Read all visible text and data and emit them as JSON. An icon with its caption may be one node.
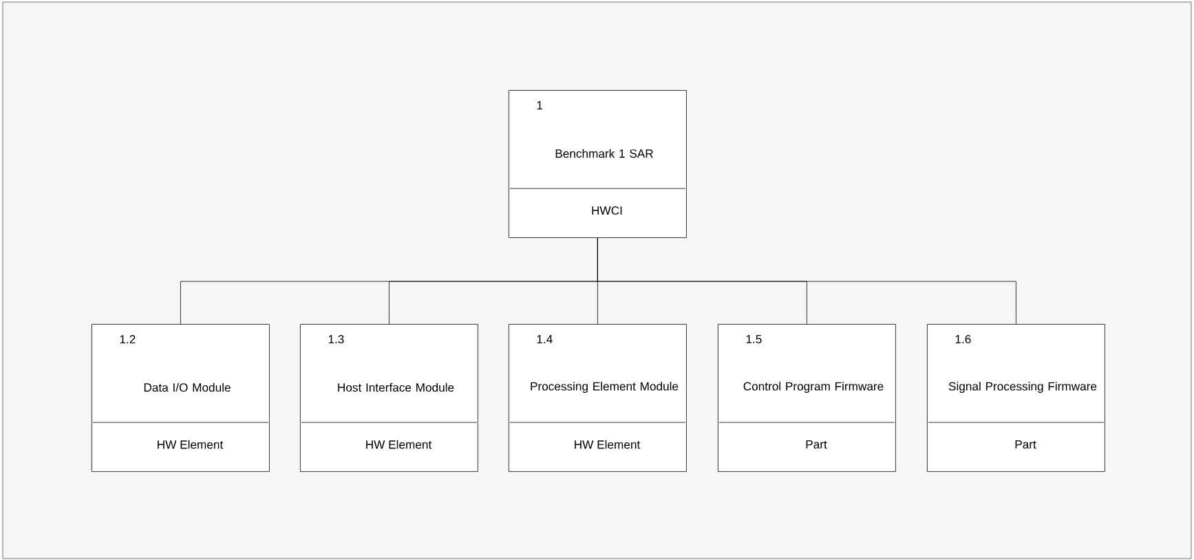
{
  "diagram": {
    "nodes": [
      {
        "text": [
          "1",
          "Benchmark 1 SAR",
          "HWCI"
        ]
      },
      {
        "text": [
          "1.2",
          "Data I/O Module",
          "HW Element"
        ]
      },
      {
        "text": [
          "1.3",
          "Host Interface Module",
          "HW Element"
        ]
      },
      {
        "text": [
          "1.4",
          "Processing Element Module",
          "HW Element"
        ]
      },
      {
        "text": [
          "1.5",
          "Control Program Firmware",
          "Part"
        ]
      },
      {
        "text": [
          "1.6",
          "Signal Processing Firmware",
          "Part"
        ]
      }
    ],
    "edges": [
      {
        "from": 0,
        "to": 1,
        "arrow": "none"
      },
      {
        "from": 0,
        "to": 2,
        "arrow": "none"
      },
      {
        "from": 0,
        "to": 3,
        "arrow": "none"
      },
      {
        "from": 0,
        "to": 4,
        "arrow": "none"
      },
      {
        "from": 0,
        "to": 5,
        "arrow": "none"
      }
    ]
  }
}
